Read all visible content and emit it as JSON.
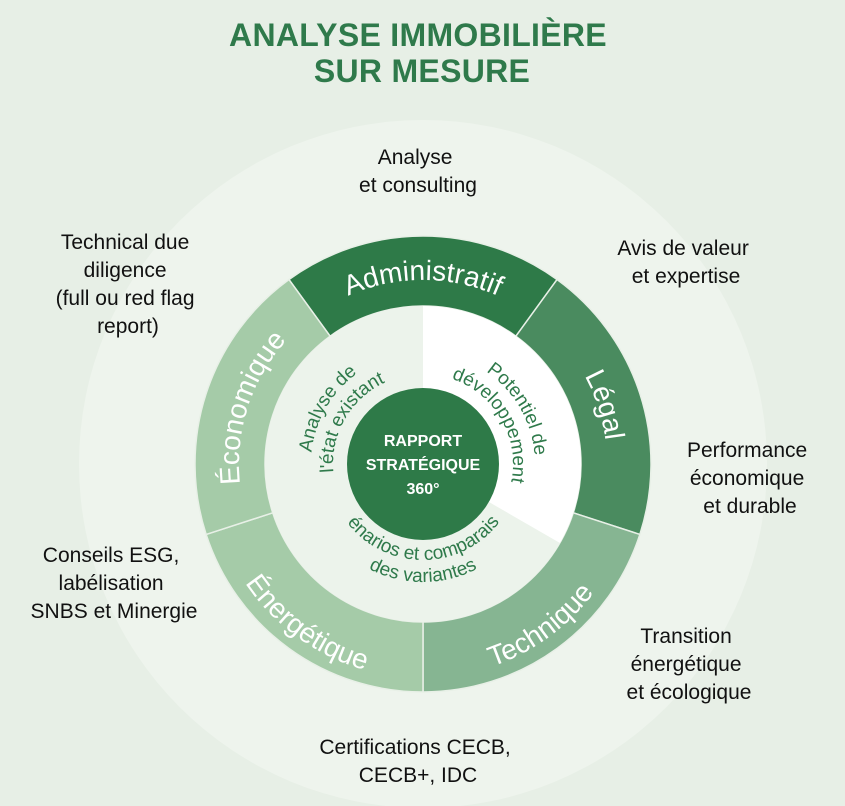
{
  "title": {
    "line1": "ANALYSE IMMOBILIÈRE",
    "line2": "SUR MESURE"
  },
  "center": {
    "line1": "RAPPORT",
    "line2": "STRATÉGIQUE",
    "line3": "360°"
  },
  "colors": {
    "background": "#e7efe6",
    "outer_disc": "#eef4ed",
    "dark_green": "#2e7a48",
    "medium_green": "#4a8b5f",
    "sage_green": "#86b592",
    "light_sage": "#a5cba8",
    "text_green": "#2f7a4b",
    "inner_light": "#ecf3eb",
    "inner_white": "#ffffff"
  },
  "ring_segments": [
    {
      "label": "Administratif"
    },
    {
      "label": "Légal"
    },
    {
      "label": "Technique"
    },
    {
      "label": "Énergétique"
    },
    {
      "label": "Économique"
    }
  ],
  "inner_sections": [
    {
      "lines": [
        "Analyse de",
        "l'état existant"
      ]
    },
    {
      "lines": [
        "Potentiel de",
        "développement"
      ]
    },
    {
      "lines": [
        "Scénarios et comparaison",
        "des variantes"
      ]
    }
  ],
  "outer_labels": [
    {
      "lines": [
        "Analyse",
        "et consulting"
      ]
    },
    {
      "lines": [
        "Avis de valeur",
        "et expertise"
      ]
    },
    {
      "lines": [
        "Performance",
        "économique",
        "et durable"
      ]
    },
    {
      "lines": [
        "Transition",
        "énergétique",
        "et écologique"
      ]
    },
    {
      "lines": [
        "Certifications CECB,",
        "CECB+, IDC"
      ]
    },
    {
      "lines": [
        "Conseils ESG,",
        "labélisation",
        "SNBS et Minergie"
      ]
    },
    {
      "lines": [
        "Technical due",
        "diligence",
        "(full ou red flag",
        "report)"
      ]
    }
  ]
}
